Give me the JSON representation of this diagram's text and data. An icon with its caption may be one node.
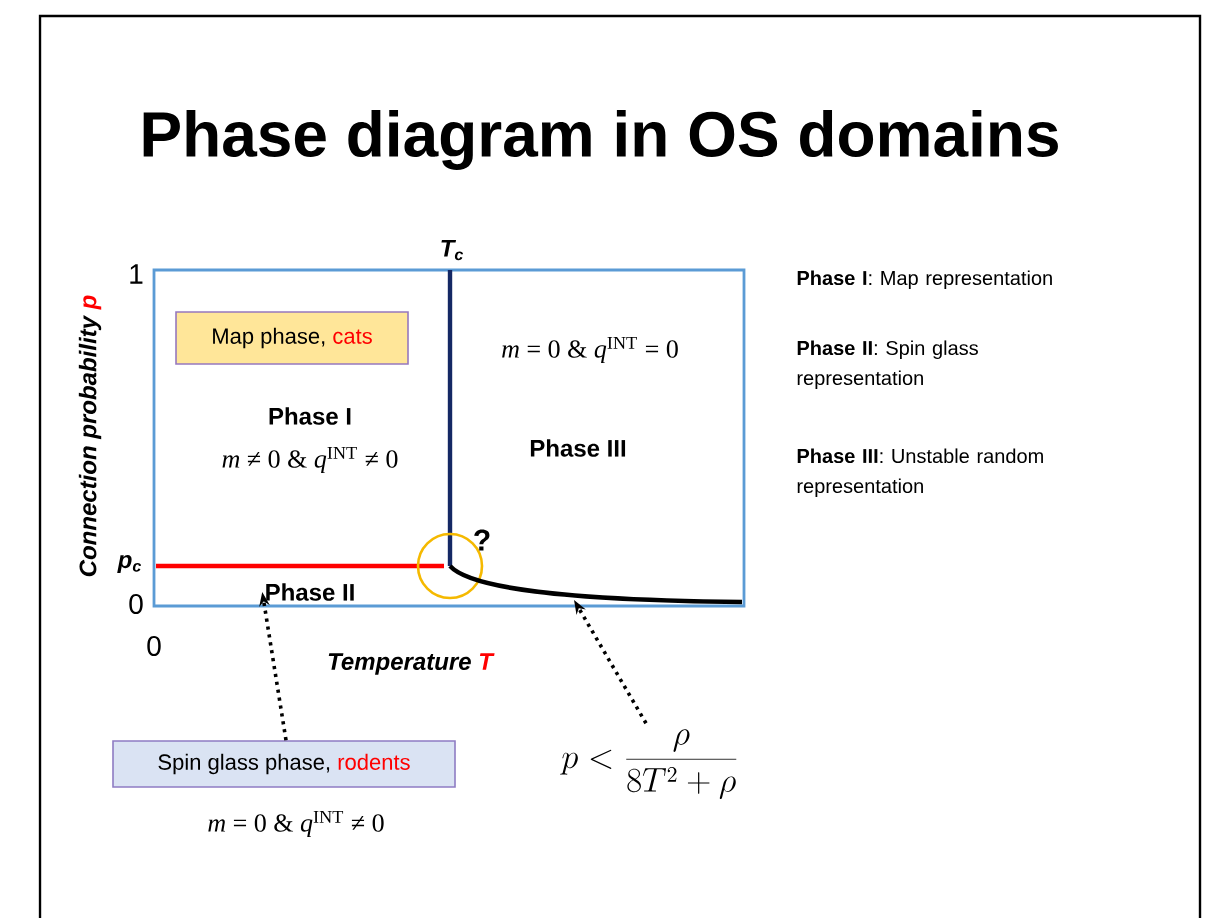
{
  "diagram": {
    "title": "Phase diagram in OS domains",
    "nodes": [
      {
        "text": [
          "Map phase,",
          "cats"
        ]
      },
      {
        "text": [
          "Phase II"
        ]
      },
      {
        "text": [],
        "shape": "line"
      },
      {
        "text": [
          "Spin glass phase,",
          "rodents"
        ],
        "beside": [
          "*m* = 0 & *q*$^{INT}$ ≠ 0"
        ]
      },
      {
        "text": [
          "p < \\frac{\\rho}{8T^{2}+\\rho}"
        ]
      }
    ],
    "edges": [
      {
        "from": 3,
        "to": 1,
        "arrow": "to",
        "style": "dashed"
      },
      {
        "from": 4,
        "to": 2,
        "arrow": "to",
        "style": "dashed"
      }
    ],
    "labels": [
      "1",
      "p$_{c}$",
      "0",
      "0",
      "T$_{c}$",
      "Connection probability",
      "p",
      "Temperature",
      "T",
      "Phase I",
      "*m* ≠ 0 & *q*$^{INT}$ ≠ 0",
      "*m* = 0 & *q*$^{INT}$ = 0",
      "Phase III",
      "?",
      "**Phase I**: Map representation",
      "**Phase II**: Spin glass representation",
      "**Phase III**: Unstable random representation"
    ]
  }
}
